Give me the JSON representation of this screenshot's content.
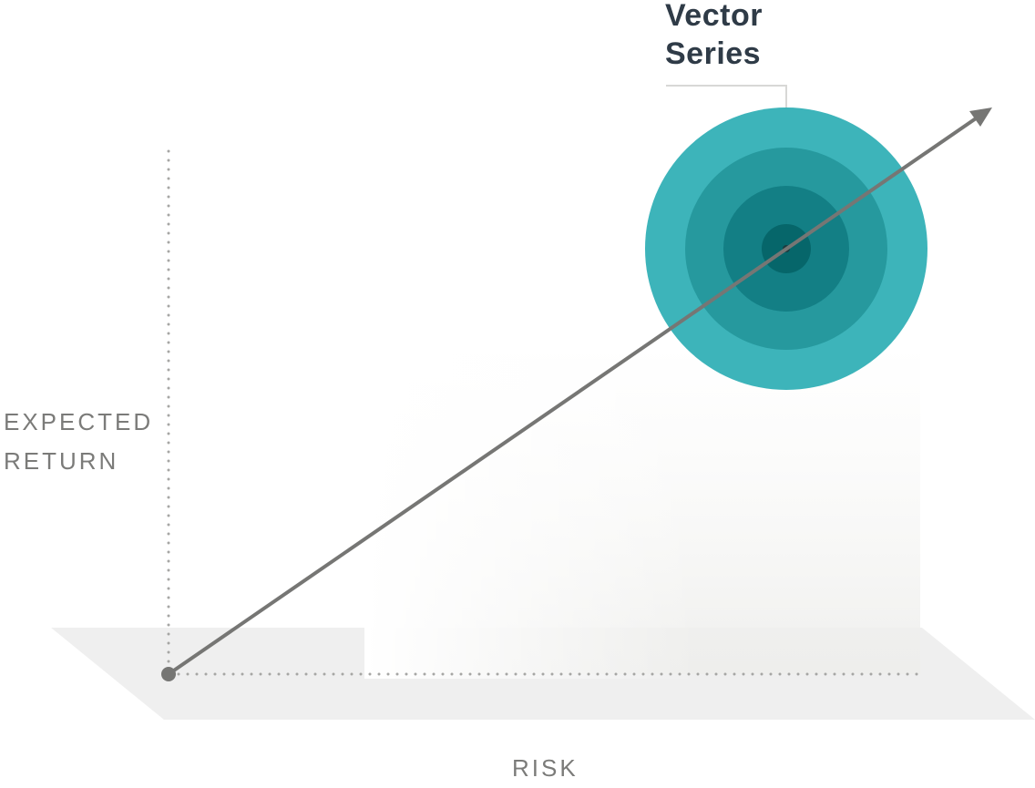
{
  "axes": {
    "y_label_line1": "EXPECTED",
    "y_label_line2": "RETURN",
    "x_label": "RISK"
  },
  "series": {
    "name_line1": "Vector",
    "name_line2": "Series"
  },
  "colors": {
    "ring_outer": "#3db4ba",
    "ring_2": "#26999e",
    "ring_3": "#137f85",
    "ring_core": "#06666a",
    "arrow": "#767674",
    "axis_dots": "#a6a6a4",
    "floor": "#efefef",
    "label_text": "#7b7b79",
    "title_text": "#2f3b47"
  }
}
